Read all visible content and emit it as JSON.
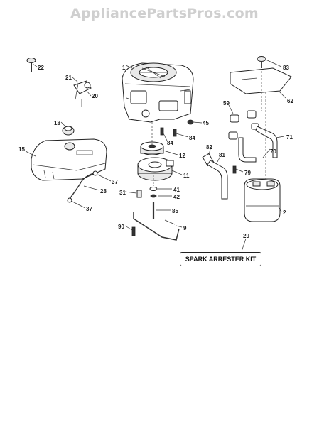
{
  "watermark": "AppliancePartsPros.com",
  "kit_label": "SPARK ARRESTER KIT",
  "callouts": {
    "c1": "1",
    "c2": "2",
    "c9": "9",
    "c11": "11",
    "c12": "12",
    "c15": "15",
    "c18": "18",
    "c20": "20",
    "c21": "21",
    "c22": "22",
    "c28": "28",
    "c29": "29",
    "c31": "31",
    "c37a": "37",
    "c37b": "37",
    "c41": "41",
    "c42": "42",
    "c45": "45",
    "c59": "59",
    "c62": "62",
    "c70": "70",
    "c71": "71",
    "c79": "79",
    "c81": "81",
    "c82": "82",
    "c83": "83",
    "c84a": "84",
    "c84b": "84",
    "c85": "85",
    "c90": "90"
  }
}
